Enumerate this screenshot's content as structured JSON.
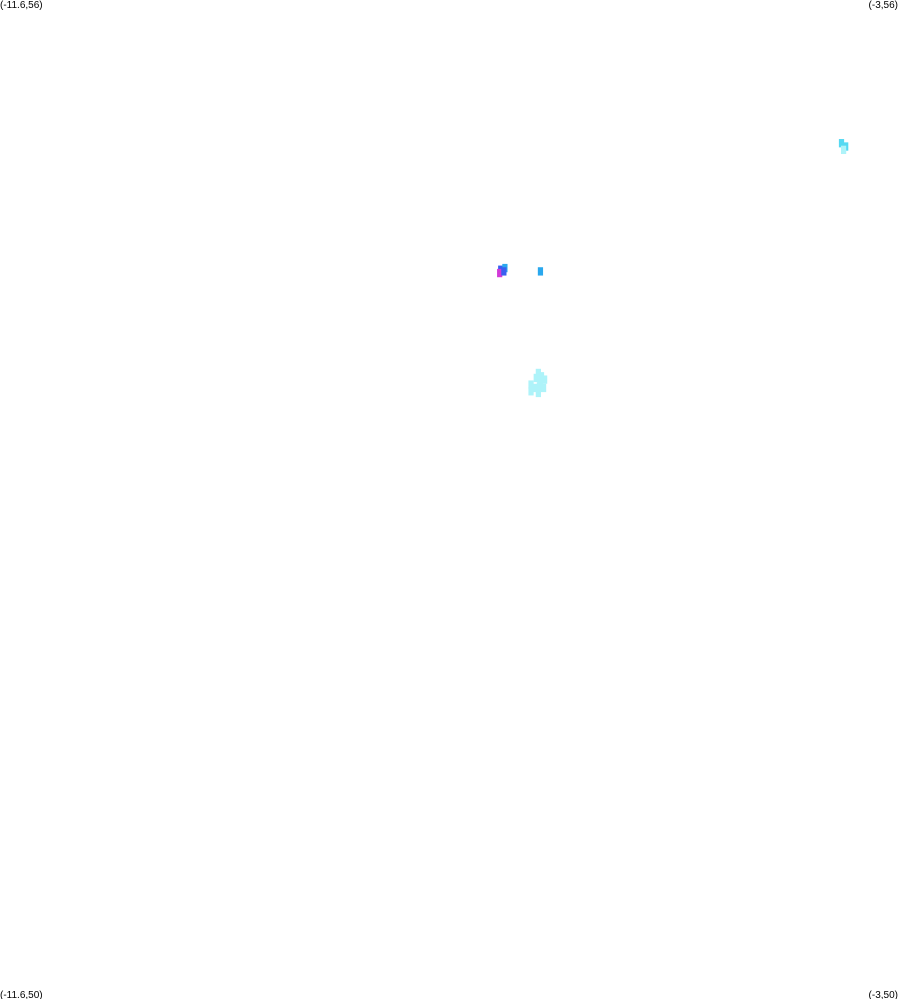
{
  "corners": {
    "top_left": "(-11.6,56)",
    "top_right": "(-3,56)",
    "bottom_left": "(-11.6,50)",
    "bottom_right": "(-3,50)"
  },
  "extent": {
    "lon_min": -11.6,
    "lon_max": -3,
    "lat_min": 50,
    "lat_max": 56
  },
  "colors": {
    "background": "#ffffff",
    "light_cyan": "#aef3f9",
    "cyan": "#56d9f2",
    "sky_blue": "#2aa8ee",
    "blue": "#3a5ff0",
    "magenta": "#d23ad8"
  },
  "cell_size_deg": 0.05,
  "cells": [
    {
      "lon": -3.55,
      "lat": 55.14,
      "color": "cyan"
    },
    {
      "lon": -3.51,
      "lat": 55.12,
      "color": "cyan"
    },
    {
      "lon": -3.53,
      "lat": 55.1,
      "color": "light_cyan"
    },
    {
      "lon": -6.81,
      "lat": 54.38,
      "color": "blue"
    },
    {
      "lon": -6.77,
      "lat": 54.39,
      "color": "sky_blue"
    },
    {
      "lon": -6.82,
      "lat": 54.36,
      "color": "magenta"
    },
    {
      "lon": -6.78,
      "lat": 54.37,
      "color": "blue"
    },
    {
      "lon": -6.43,
      "lat": 54.37,
      "color": "sky_blue"
    },
    {
      "lon": -6.45,
      "lat": 53.76,
      "color": "light_cyan"
    },
    {
      "lon": -6.42,
      "lat": 53.74,
      "color": "light_cyan"
    },
    {
      "lon": -6.47,
      "lat": 53.73,
      "color": "light_cyan"
    },
    {
      "lon": -6.43,
      "lat": 53.71,
      "color": "light_cyan"
    },
    {
      "lon": -6.39,
      "lat": 53.72,
      "color": "light_cyan"
    },
    {
      "lon": -6.52,
      "lat": 53.69,
      "color": "light_cyan"
    },
    {
      "lon": -6.48,
      "lat": 53.67,
      "color": "light_cyan"
    },
    {
      "lon": -6.44,
      "lat": 53.68,
      "color": "light_cyan"
    },
    {
      "lon": -6.4,
      "lat": 53.67,
      "color": "light_cyan"
    },
    {
      "lon": -6.52,
      "lat": 53.65,
      "color": "light_cyan"
    },
    {
      "lon": -6.45,
      "lat": 53.64,
      "color": "light_cyan"
    }
  ]
}
